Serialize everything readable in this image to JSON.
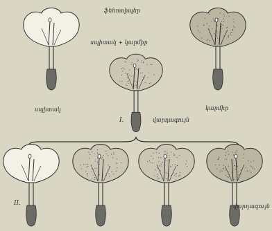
{
  "labels": {
    "heading": "ֆենոտիպեր",
    "cross": "սպիտակ + կարմիր",
    "parent_left": "սպիտակ",
    "parent_right": "կարմիր",
    "f1_numeral": "I.",
    "f1_label": "վարդագույն",
    "f2_numeral": "II.",
    "f2_label": "վարդագույն"
  },
  "colors": {
    "background": "#d9d6c3",
    "white_flower": "#f3f1e6",
    "pink_flower": "#cbc7b4",
    "red_flower": "#bab6a2",
    "ink": "#2a2a2a",
    "stem": "#3c3c3c",
    "ovary": "#6c6c66"
  },
  "flowers": [
    {
      "name": "parent-white",
      "shade": "white"
    },
    {
      "name": "parent-red",
      "shade": "red"
    },
    {
      "name": "f1-pink",
      "shade": "pink"
    },
    {
      "name": "f2-white",
      "shade": "white"
    },
    {
      "name": "f2-pink-a",
      "shade": "pink"
    },
    {
      "name": "f2-pink-b",
      "shade": "pink"
    },
    {
      "name": "f2-red",
      "shade": "red"
    }
  ]
}
